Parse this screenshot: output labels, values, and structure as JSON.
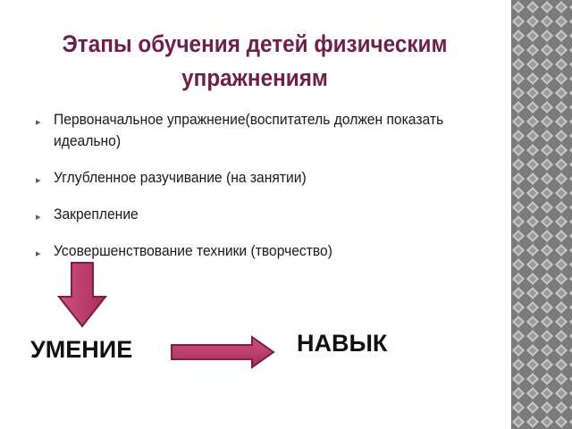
{
  "title": "Этапы обучения детей физическим упражнениям",
  "bullets": [
    {
      "text": "Первоначальное упражнение(воспитатель должен показать идеально)"
    },
    {
      "text": "Углубленное разучивание (на занятии)"
    },
    {
      "text": "Закрепление"
    },
    {
      "text": "Усовершенствование техники (творчество)"
    }
  ],
  "bullet_icon": "chevron-bullet-icon",
  "labels": {
    "umenie": "УМЕНИЕ",
    "navyk": "НАВЫК"
  },
  "colors": {
    "title": "#6e1f4a",
    "arrow_fill": "#c0396a",
    "arrow_stroke": "#7a1f46",
    "pattern_bg": "#7a7a7a",
    "pattern_fg": "#c6c6c6"
  }
}
